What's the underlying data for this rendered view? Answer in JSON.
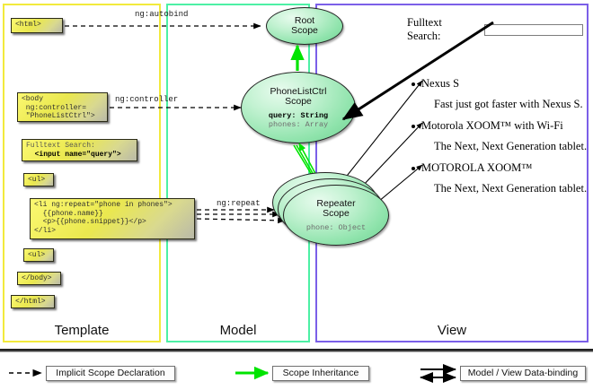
{
  "columns": {
    "template": {
      "label": "Template",
      "border_color": "#f2ea3c"
    },
    "model": {
      "label": "Model",
      "border_color": "#4df0a5"
    },
    "view": {
      "label": "View",
      "border_color": "#7b5fe8"
    }
  },
  "template_boxes": {
    "html_open": "<html>",
    "body_open_line1": "<body",
    "body_open_line2": " ng:controller=",
    "body_open_line3": " \"PhoneListCtrl\">",
    "search_line1": "Fulltext Search:",
    "search_line2": "  <input name=\"query\">",
    "ul_open": "<ul>",
    "li_line1": "<li ng:repeat=\"phone in phones\">",
    "li_line2": "  {{phone.name}}",
    "li_line3": "  <p>{{phone.snippet}}</p>",
    "li_line4": "</li>",
    "ul_close": "<ul>",
    "body_close": "</body>",
    "html_close": "</html>"
  },
  "scopes": {
    "root": {
      "title_line1": "Root",
      "title_line2": "Scope"
    },
    "phonelistctrl": {
      "title_line1": "PhoneListCtrl",
      "title_line2": "Scope",
      "var1": "query: String",
      "var2": "phones: Array"
    },
    "repeater": {
      "title_line1": "Repeater",
      "title_line2": "Scope",
      "var1": "phone: Object"
    }
  },
  "arrow_labels": {
    "autobind": "ng:autobind",
    "controller": "ng:controller",
    "repeat": "ng:repeat"
  },
  "view": {
    "search_label": "Fulltext Search:",
    "search_value": "",
    "search_placeholder": "",
    "phones": [
      {
        "name": "Nexus S",
        "snippet": "Fast just got faster with Nexus S."
      },
      {
        "name": "Motorola XOOM™  with Wi-Fi",
        "snippet": "The Next, Next Generation tablet."
      },
      {
        "name": "MOTOROLA XOOM™",
        "snippet": "The Next, Next Generation tablet."
      }
    ]
  },
  "legend": [
    {
      "label": "Implicit Scope Declaration",
      "style": "dashed-arrow",
      "color": "#000000"
    },
    {
      "label": "Scope Inheritance",
      "style": "solid-green-arrow",
      "color": "#00e000"
    },
    {
      "label": "Model / View Data-binding",
      "style": "double-arrow",
      "color": "#000000"
    }
  ]
}
